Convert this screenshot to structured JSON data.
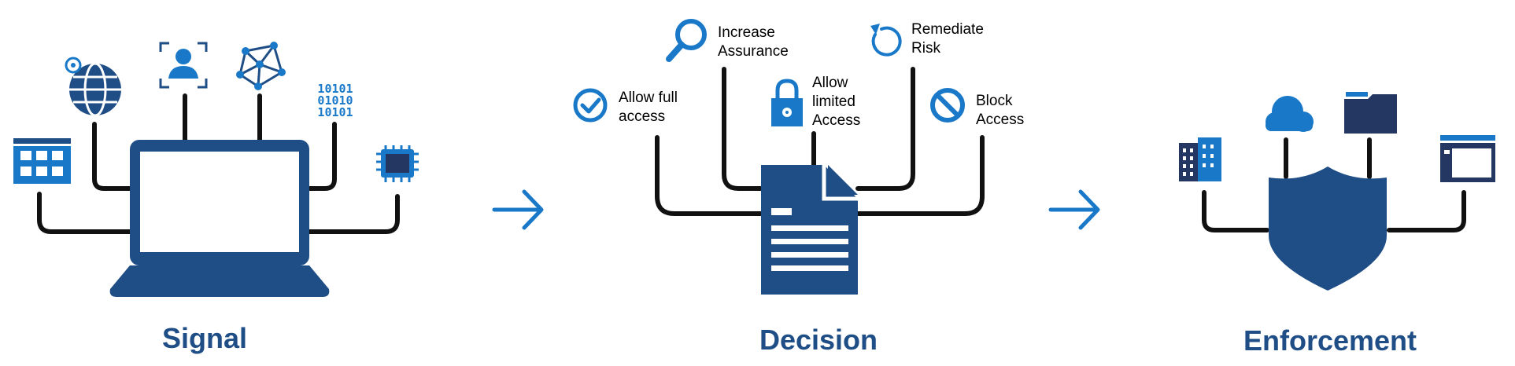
{
  "colors": {
    "navy": "#1f4e86",
    "blue": "#1979c8",
    "dark_navy": "#243763",
    "line": "#111111"
  },
  "stages": {
    "signal": "Signal",
    "decision": "Decision",
    "enforcement": "Enforcement"
  },
  "decision_options": {
    "allow_full_l1": "Allow full",
    "allow_full_l2": "access",
    "increase_l1": "Increase",
    "increase_l2": "Assurance",
    "limited_l1": "Allow",
    "limited_l2": "limited",
    "limited_l3": "Access",
    "remediate_l1": "Remediate",
    "remediate_l2": "Risk",
    "block_l1": "Block",
    "block_l2": "Access"
  },
  "signal_icons": [
    "app-grid-icon",
    "globe-location-icon",
    "user-identity-icon",
    "network-nodes-icon",
    "binary-data-icon",
    "chip-icon"
  ],
  "enforcement_icons": [
    "building-icon",
    "cloud-icon",
    "folder-icon",
    "browser-window-icon"
  ]
}
